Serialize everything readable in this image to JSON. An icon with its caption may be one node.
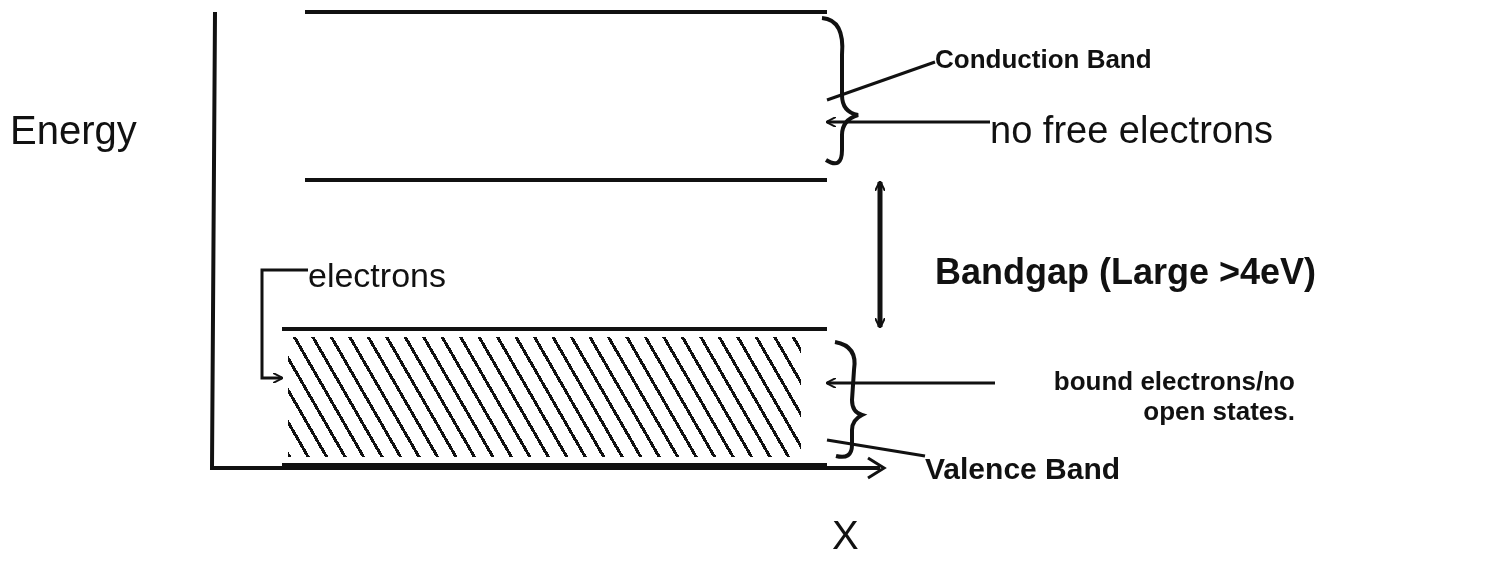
{
  "diagram": {
    "nodes": [
      {
        "text": [],
        "shape": "band"
      },
      {
        "text": [],
        "shape": "band"
      },
      {
        "text": [
          "Conduction Band"
        ]
      },
      {
        "text": [
          "no free electrons"
        ]
      },
      {
        "text": [
          "electrons"
        ]
      },
      {
        "text": [
          "bound electrons/no open states."
        ]
      },
      {
        "text": [
          "Valence Band"
        ]
      }
    ],
    "edges": [
      {
        "from": 0,
        "to": 1,
        "arrow": "both",
        "label": "Bandgap (Large >4eV)"
      },
      {
        "from": 2,
        "to": 0,
        "arrow": "none"
      },
      {
        "from": 3,
        "to": 0,
        "arrow": "to"
      },
      {
        "from": 4,
        "to": 1,
        "arrow": "to"
      },
      {
        "from": 5,
        "to": 1,
        "arrow": "to"
      },
      {
        "from": 6,
        "to": 1,
        "arrow": "none"
      }
    ],
    "labels": [
      "Energy",
      "X"
    ]
  }
}
